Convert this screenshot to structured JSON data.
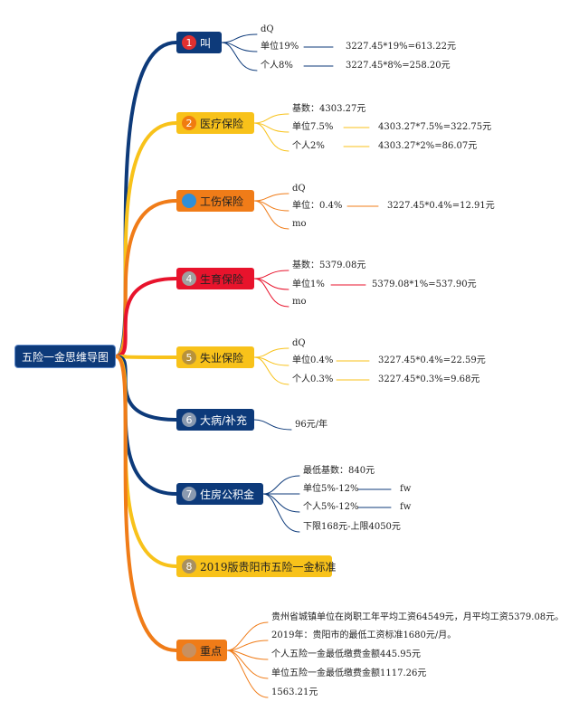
{
  "root": {
    "label": "五险一金思维导图"
  },
  "branches": [
    {
      "id": "b1",
      "num": "1",
      "label": "叫",
      "color": "#0d3a7a",
      "text_color": "#ffffff",
      "badge": "#e03030",
      "items": [
        "dQ",
        "单位19%",
        "个人8%"
      ],
      "calcs": [
        "",
        "3227.45*19%=613.22元",
        "3227.45*8%=258.20元"
      ]
    },
    {
      "id": "b2",
      "num": "2",
      "label": "医疗保险",
      "color": "#f8c21a",
      "text_color": "#222222",
      "badge": "#f07c10",
      "items": [
        "基数：4303.27元",
        "单位7.5%",
        "个人2%"
      ],
      "calcs": [
        "",
        "4303.27*7.5%=322.75元",
        "4303.27*2%=86.07元"
      ]
    },
    {
      "id": "b3",
      "num": "",
      "label": "工伤保险",
      "color": "#f07c18",
      "text_color": "#222222",
      "badge": "#2f8fd8",
      "items": [
        "dQ",
        "单位：0.4%",
        "mo"
      ],
      "calcs": [
        "",
        "3227.45*0.4%=12.91元",
        ""
      ]
    },
    {
      "id": "b4",
      "num": "4",
      "label": "生育保险",
      "color": "#e8132c",
      "text_color": "#222222",
      "badge": "#a0a0a0",
      "items": [
        "基数：5379.08元",
        "单位1%",
        "mo"
      ],
      "calcs": [
        "",
        "5379.08*1%=537.90元",
        ""
      ]
    },
    {
      "id": "b5",
      "num": "5",
      "label": "失业保险",
      "color": "#f8c21a",
      "text_color": "#222222",
      "badge": "#b8923a",
      "items": [
        "dQ",
        "单位0.4%",
        "个人0.3%"
      ],
      "calcs": [
        "",
        "3227.45*0.4%=22.59元",
        "3227.45*0.3%=9.68元"
      ]
    },
    {
      "id": "b6",
      "num": "6",
      "label": "大病/补充",
      "color": "#0d3a7a",
      "text_color": "#ffffff",
      "badge": "#8a9ab0",
      "items": [
        "96元/年"
      ],
      "calcs": []
    },
    {
      "id": "b7",
      "num": "7",
      "label": "住房公积金",
      "color": "#0d3a7a",
      "text_color": "#ffffff",
      "badge": "#8a9ab0",
      "items": [
        "最低基数：840元",
        "单位5%-12%",
        "个人5%-12%",
        "下限168元-上限4050元"
      ],
      "calcs": [
        "",
        "fw",
        "fw",
        ""
      ]
    },
    {
      "id": "b8",
      "num": "8",
      "label": "2019版贵阳市五险一金标准",
      "color": "#f8c21a",
      "text_color": "#222222",
      "badge": "#a89060",
      "items": [],
      "calcs": []
    },
    {
      "id": "b9",
      "num": "",
      "label": "重点",
      "color": "#f07c18",
      "text_color": "#222222",
      "badge": "#c89060",
      "items": [
        "贵州省城镇单位在岗职工年平均工资64549元，月平均工资5379.08元。",
        "2019年：贵阳市的最低工资标准1680元/月。",
        "个人五险一金最低缴费金额445.95元",
        "单位五险一金最低缴费金额1117.26元",
        "1563.21元"
      ],
      "calcs": []
    }
  ]
}
